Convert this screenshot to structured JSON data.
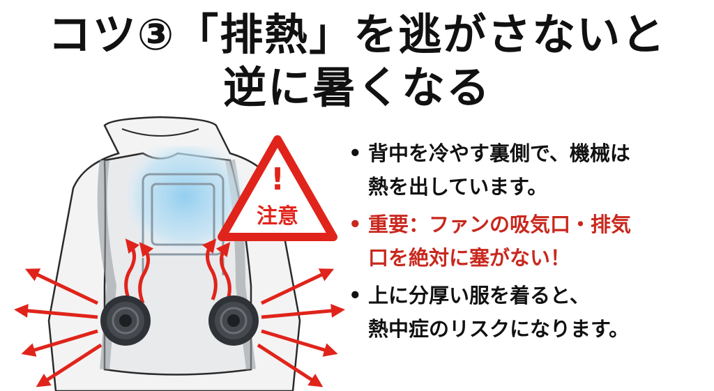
{
  "title": {
    "line1": "コツ③「排熱」を逃がさないと",
    "line2": "逆に暑くなる"
  },
  "warning": {
    "label": "注意",
    "mark": "!"
  },
  "bullets": [
    {
      "dot": "•",
      "lines": [
        "背中を冷やす裏側で、機械は",
        "熱を出しています。"
      ],
      "color": "#111111"
    },
    {
      "dot": "•",
      "lines": [
        "重要：ファンの吸気口・排気",
        "口を絶対に塞がない！"
      ],
      "color": "#c8281e"
    },
    {
      "dot": "•",
      "lines": [
        "上に分厚い服を着ると、",
        "熱中症のリスクになります。"
      ],
      "color": "#111111"
    }
  ],
  "colors": {
    "accent_red": "#e0241b",
    "cool_blue": "#9fd3ef",
    "vest_gray": "#b9bcc0"
  },
  "icons": [
    "warning-triangle-icon",
    "fan-left-icon",
    "fan-right-icon",
    "heat-arrow-icon"
  ]
}
